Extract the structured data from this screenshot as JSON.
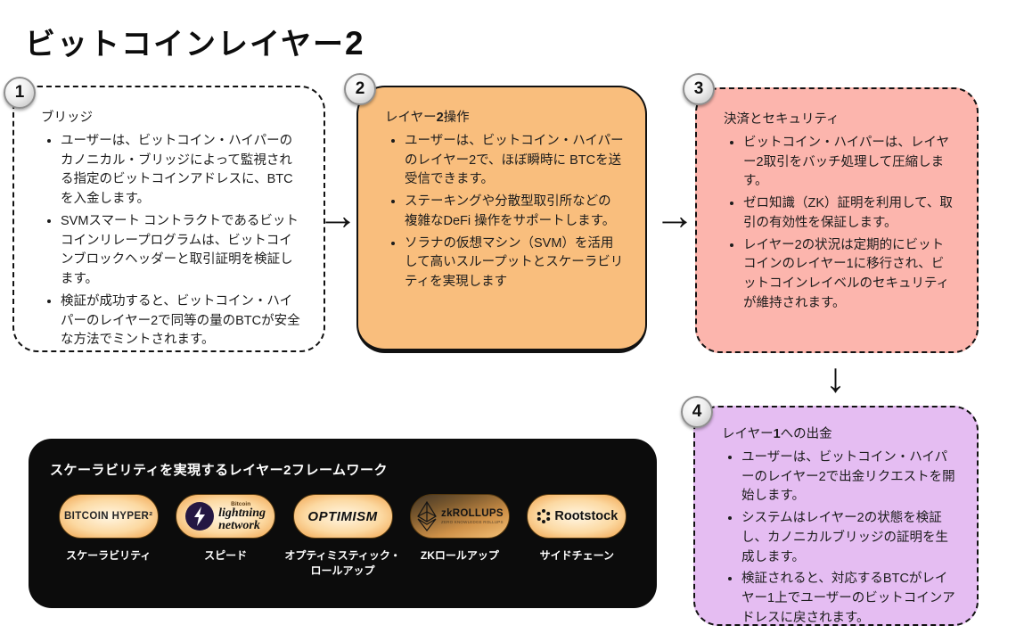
{
  "page": {
    "title_pre": "ビットコインレイヤー",
    "title_num": "2"
  },
  "icons": {
    "right_arrow": "→",
    "down_arrow": "↓"
  },
  "colors": {
    "step2_bg": "#f9be7d",
    "step3_bg": "#fcb5ad",
    "step4_bg": "#e5bdf2",
    "framework_bg": "#0c0c0c",
    "pill_orange": "#f0a24b",
    "lightning_circle": "#241743"
  },
  "steps": [
    {
      "number": "1",
      "title_pre": "ブリッジ",
      "title_num": "",
      "title_post": "",
      "bullets": [
        "ユーザーは、ビットコイン・ハイパーのカノニカル・ブリッジによって監視される指定のビットコインアドレスに、BTCを入金します。",
        "SVMスマート コントラクトであるビットコインリレープログラムは、ビットコインブロックヘッダーと取引証明を検証します。",
        "検証が成功すると、ビットコイン・ハイパーのレイヤー2で同等の量のBTCが安全な方法でミントされます。"
      ]
    },
    {
      "number": "2",
      "title_pre": "レイヤー",
      "title_num": "2",
      "title_post": "操作",
      "bullets": [
        "ユーザーは、ビットコイン・ハイパーのレイヤー2で、ほぼ瞬時に BTCを送受信できます。",
        "ステーキングや分散型取引所などの複雑なDeFi 操作をサポートします。",
        "ソラナの仮想マシン（SVM）を活用して高いスループットとスケーラビリティを実現します"
      ]
    },
    {
      "number": "3",
      "title_pre": "決済とセキュリティ",
      "title_num": "",
      "title_post": "",
      "bullets": [
        "ビットコイン・ハイパーは、レイヤー2取引をバッチ処理して圧縮します。",
        "ゼロ知識（ZK）証明を利用して、取引の有効性を保証します。",
        "レイヤー2の状況は定期的にビットコインのレイヤー1に移行され、ビットコインレイベルのセキュリティが維持されます。"
      ]
    },
    {
      "number": "4",
      "title_pre": "レイヤー",
      "title_num": "1",
      "title_post": "への出金",
      "bullets": [
        "ユーザーは、ビットコイン・ハイパーのレイヤー2で出金リクエストを開始します。",
        "システムはレイヤー2の状態を検証し、カノニカルブリッジの証明を生成します。",
        "検証されると、対応するBTCがレイヤー1上でユーザーのビットコインアドレスに戻されます。"
      ]
    }
  ],
  "framework": {
    "title_pre": "スケーラビリティを実現するレイヤー",
    "title_num": "2",
    "title_post": "フレームワーク",
    "logos": [
      {
        "text": "BITCOIN HYPER²",
        "label": "スケーラビリティ"
      },
      {
        "brand": "Bitcoin",
        "line1": "lightning",
        "line2": "network",
        "label": "スピード"
      },
      {
        "text": "OPTIMISM",
        "label": "オプティミスティック・ロールアップ"
      },
      {
        "text": "zkROLLUPS",
        "tagline": "ZERO KNOWLEDGE ROLLUPS",
        "label": "ZKロールアップ"
      },
      {
        "text": "Rootstock",
        "label": "サイドチェーン"
      }
    ]
  }
}
